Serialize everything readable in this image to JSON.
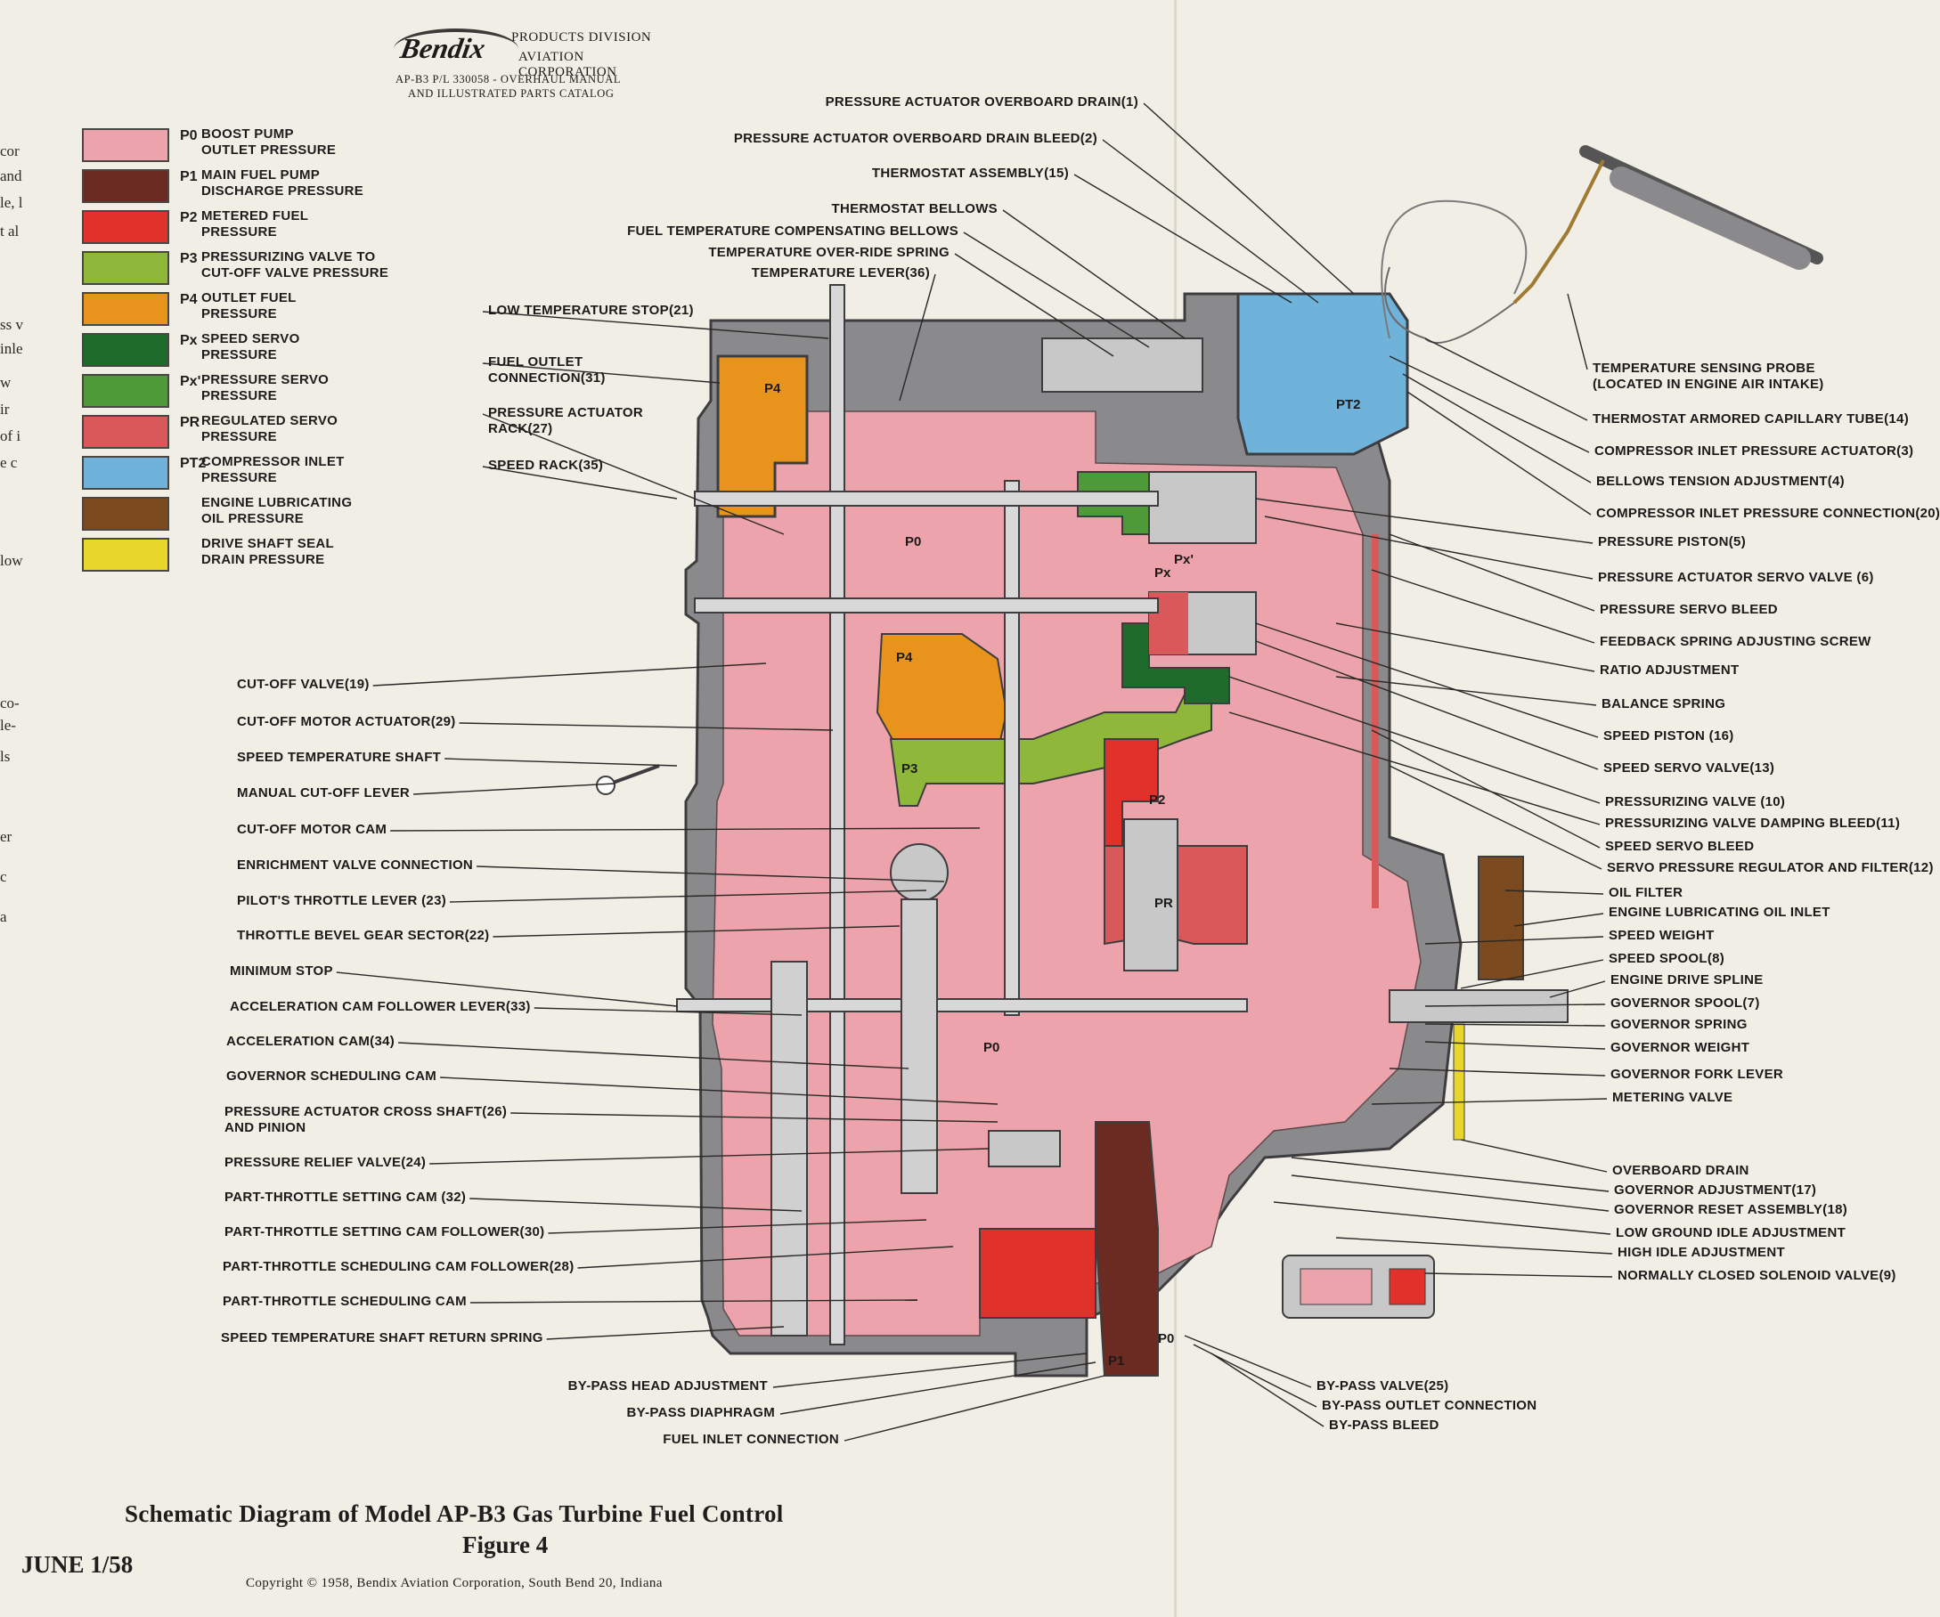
{
  "header": {
    "logo_text": "Bendix",
    "division_line1": "PRODUCTS DIVISION",
    "division_line2": "AVIATION CORPORATION",
    "doc_line1": "AP-B3 P/L 330058 - OVERHAUL MANUAL",
    "doc_line2": "AND ILLUSTRATED PARTS CATALOG"
  },
  "colors": {
    "p0": "#eda3ab",
    "p1": "#6b2a22",
    "p2": "#e0322b",
    "p3": "#8fb83a",
    "p4": "#e8941c",
    "px": "#1f6b2c",
    "px1": "#4f9a38",
    "pr": "#d9595a",
    "pt2": "#6fb3da",
    "oil": "#7b4a1e",
    "seal": "#e9d62a",
    "metal": "#8a8a8c",
    "metal_light": "#c8c8c8"
  },
  "legend": [
    {
      "code": "P0",
      "text": "BOOST PUMP\nOUTLET PRESSURE",
      "color": "#eda3ab"
    },
    {
      "code": "P1",
      "text": "MAIN FUEL PUMP\nDISCHARGE PRESSURE",
      "color": "#6b2a22"
    },
    {
      "code": "P2",
      "text": "METERED FUEL\nPRESSURE",
      "color": "#e0322b"
    },
    {
      "code": "P3",
      "text": "PRESSURIZING VALVE TO\nCUT-OFF VALVE PRESSURE",
      "color": "#8fb83a"
    },
    {
      "code": "P4",
      "text": "OUTLET FUEL\nPRESSURE",
      "color": "#e8941c"
    },
    {
      "code": "Px",
      "text": "SPEED SERVO\nPRESSURE",
      "color": "#1f6b2c"
    },
    {
      "code": "Px'",
      "text": "PRESSURE SERVO\nPRESSURE",
      "color": "#4f9a38"
    },
    {
      "code": "PR",
      "text": "REGULATED SERVO\nPRESSURE",
      "color": "#d9595a"
    },
    {
      "code": "PT2",
      "text": "COMPRESSOR INLET\nPRESSURE",
      "color": "#6fb3da"
    },
    {
      "code": "",
      "text": "ENGINE LUBRICATING\nOIL PRESSURE",
      "color": "#7b4a1e"
    },
    {
      "code": "",
      "text": "DRIVE SHAFT SEAL\nDRAIN PRESSURE",
      "color": "#e9d62a"
    }
  ],
  "callouts_top": [
    "PRESSURE ACTUATOR OVERBOARD DRAIN(1)",
    "PRESSURE ACTUATOR OVERBOARD DRAIN BLEED(2)",
    "THERMOSTAT ASSEMBLY(15)",
    "THERMOSTAT BELLOWS",
    "FUEL TEMPERATURE COMPENSATING BELLOWS",
    "TEMPERATURE OVER-RIDE SPRING",
    "TEMPERATURE LEVER(36)"
  ],
  "callouts_left_upper": [
    "LOW TEMPERATURE STOP(21)",
    "FUEL OUTLET\nCONNECTION(31)",
    "PRESSURE ACTUATOR\nRACK(27)",
    "SPEED RACK(35)"
  ],
  "callouts_left": [
    "CUT-OFF VALVE(19)",
    "CUT-OFF MOTOR ACTUATOR(29)",
    "SPEED TEMPERATURE SHAFT",
    "MANUAL CUT-OFF LEVER",
    "CUT-OFF MOTOR CAM",
    "ENRICHMENT VALVE CONNECTION",
    "PILOT'S THROTTLE LEVER (23)",
    "THROTTLE BEVEL GEAR SECTOR(22)",
    "MINIMUM STOP",
    "ACCELERATION CAM FOLLOWER LEVER(33)",
    "ACCELERATION CAM(34)",
    "GOVERNOR SCHEDULING CAM",
    "PRESSURE ACTUATOR CROSS SHAFT(26)\nAND PINION",
    "PRESSURE RELIEF VALVE(24)",
    "PART-THROTTLE SETTING CAM (32)",
    "PART-THROTTLE SETTING CAM FOLLOWER(30)",
    "PART-THROTTLE SCHEDULING CAM FOLLOWER(28)",
    "PART-THROTTLE SCHEDULING CAM",
    "SPEED TEMPERATURE SHAFT RETURN SPRING"
  ],
  "callouts_bottom": [
    "BY-PASS HEAD ADJUSTMENT",
    "BY-PASS DIAPHRAGM",
    "FUEL INLET CONNECTION"
  ],
  "callouts_bottom_right": [
    "BY-PASS VALVE(25)",
    "BY-PASS OUTLET CONNECTION",
    "BY-PASS BLEED"
  ],
  "callouts_right": [
    "TEMPERATURE SENSING PROBE\n(LOCATED IN ENGINE AIR INTAKE)",
    "THERMOSTAT ARMORED CAPILLARY TUBE(14)",
    "COMPRESSOR INLET PRESSURE ACTUATOR(3)",
    "BELLOWS TENSION ADJUSTMENT(4)",
    "COMPRESSOR INLET PRESSURE CONNECTION(20)",
    "PRESSURE PISTON(5)",
    "PRESSURE ACTUATOR SERVO VALVE (6)",
    "PRESSURE SERVO BLEED",
    "FEEDBACK SPRING ADJUSTING SCREW",
    "RATIO ADJUSTMENT",
    "BALANCE SPRING",
    "SPEED PISTON (16)",
    "SPEED SERVO VALVE(13)",
    "PRESSURIZING VALVE (10)",
    "PRESSURIZING VALVE DAMPING BLEED(11)",
    "SPEED SERVO BLEED",
    "SERVO PRESSURE REGULATOR AND FILTER(12)",
    "OIL FILTER",
    "ENGINE LUBRICATING OIL INLET",
    "SPEED WEIGHT",
    "SPEED SPOOL(8)",
    "ENGINE DRIVE SPLINE",
    "GOVERNOR SPOOL(7)",
    "GOVERNOR SPRING",
    "GOVERNOR WEIGHT",
    "GOVERNOR FORK LEVER",
    "METERING VALVE",
    "OVERBOARD DRAIN",
    "GOVERNOR ADJUSTMENT(17)",
    "GOVERNOR RESET ASSEMBLY(18)",
    "LOW GROUND IDLE ADJUSTMENT",
    "HIGH IDLE ADJUSTMENT",
    "NORMALLY CLOSED SOLENOID VALVE(9)"
  ],
  "diagram_labels": [
    "P4",
    "P4",
    "P0",
    "Px'",
    "Px",
    "P3",
    "P2",
    "PR",
    "P0",
    "PT2",
    "P1",
    "P0"
  ],
  "caption": {
    "title": "Schematic Diagram of Model AP-B3 Gas Turbine Fuel Control",
    "figure": "Figure 4",
    "date": "JUNE 1/58",
    "copyright": "Copyright © 1958, Bendix Aviation Corporation, South Bend 20, Indiana"
  },
  "edge_fragments": [
    "cor",
    "and",
    "le, l",
    "t al",
    "ss v",
    "inle",
    "w",
    "ir",
    "of i",
    "e c",
    "low",
    "co-",
    "le-",
    "ls",
    "er",
    "c",
    "a"
  ]
}
